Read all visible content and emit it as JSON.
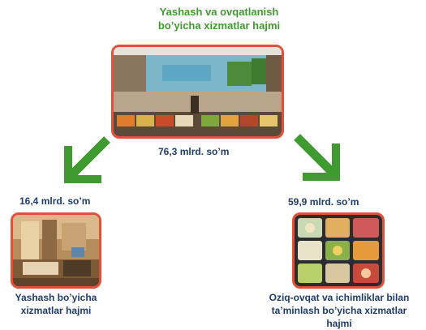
{
  "top": {
    "title_line1": "Yashash va ovqatlanish",
    "title_line2": "bo’yicha xizmatlar hajmi",
    "value": "76,3  mlrd. so’m"
  },
  "left": {
    "value": "16,4 mlrd. so’m",
    "caption_line1": "Yashash bo’yicha",
    "caption_line2": "xizmatlar hajmi"
  },
  "right": {
    "value": "59,9 mlrd. so’m",
    "caption_line1": "Oziq-ovqat va ichimliklar bilan",
    "caption_line2": "ta’minlash bo’yicha xizmatlar hajmi"
  },
  "colors": {
    "accent_green": "#3f9b2f",
    "frame_red": "#e0503a",
    "value_navy": "#1f3d6b"
  }
}
